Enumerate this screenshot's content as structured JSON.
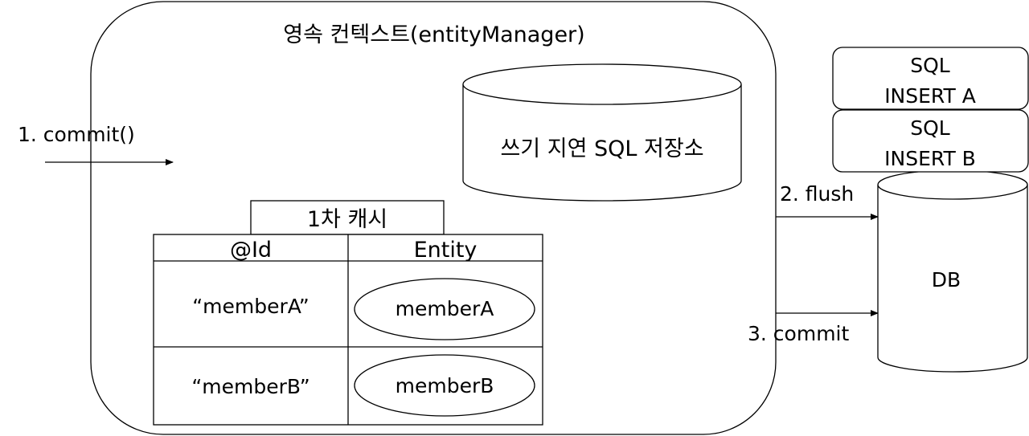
{
  "context": {
    "title": "영속 컨텍스트(entityManager)"
  },
  "write_store": {
    "label": "쓰기 지연 SQL 저장소"
  },
  "cache": {
    "title": "1차 캐시",
    "headers": [
      "@Id",
      "Entity"
    ],
    "rows": [
      {
        "id": "“memberA”",
        "entity": "memberA"
      },
      {
        "id": "“memberB”",
        "entity": "memberB"
      }
    ]
  },
  "arrows": {
    "commit_call": "1. commit()",
    "flush": "2. flush",
    "commit": "3. commit"
  },
  "sql_boxes": [
    {
      "line1": "SQL",
      "line2": "INSERT A"
    },
    {
      "line1": "SQL",
      "line2": "INSERT B"
    }
  ],
  "db": {
    "label": "DB"
  }
}
